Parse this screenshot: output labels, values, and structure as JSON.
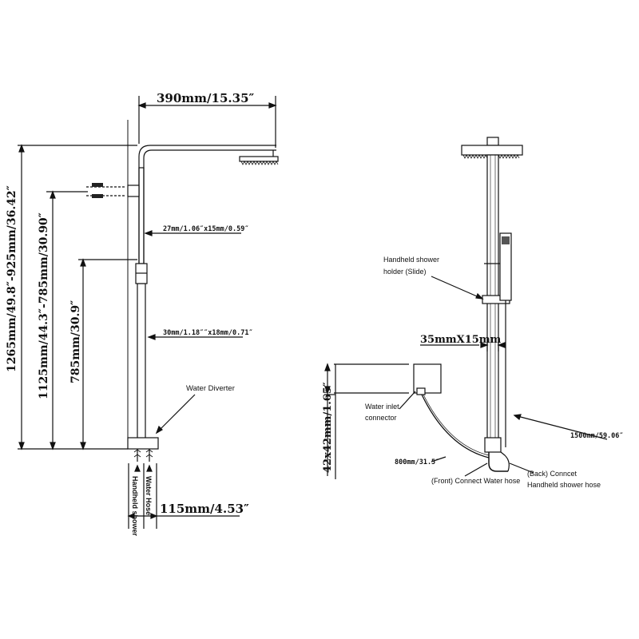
{
  "left_view": {
    "top_width": "390mm/15.35″",
    "total_height": "1265mm/49.8″-925mm/36.42″",
    "diverter_height": "1125mm/44.3″-785mm/30.90″",
    "slide_height": "785mm/30.9″",
    "upper_tube": "27mm/1.06″x15mm/0.59″",
    "lower_tube": "30mm/1.18″″x18mm/0.71″",
    "water_diverter": "Water Diverter",
    "water_hose": "Water Hose",
    "handheld_shower": "Handheld shower",
    "inlet_spacing": "115mm/4.53″"
  },
  "right_view": {
    "holder_line1": "Handheld shower",
    "holder_line2": "holder (Slide)",
    "rail_size": "35mmX15mm",
    "inlet_line1": "Water inlet",
    "inlet_line2": "connector",
    "connector_size": "42x42mm/1.65″",
    "hose_800": "800mm/31.5″",
    "hose_1500": "1500mm/59.06″",
    "front_connect": "(Front) Connect Water hose",
    "back_connect_line1": "(Back) Conncet",
    "back_connect_line2": "Handheld shower hose"
  }
}
